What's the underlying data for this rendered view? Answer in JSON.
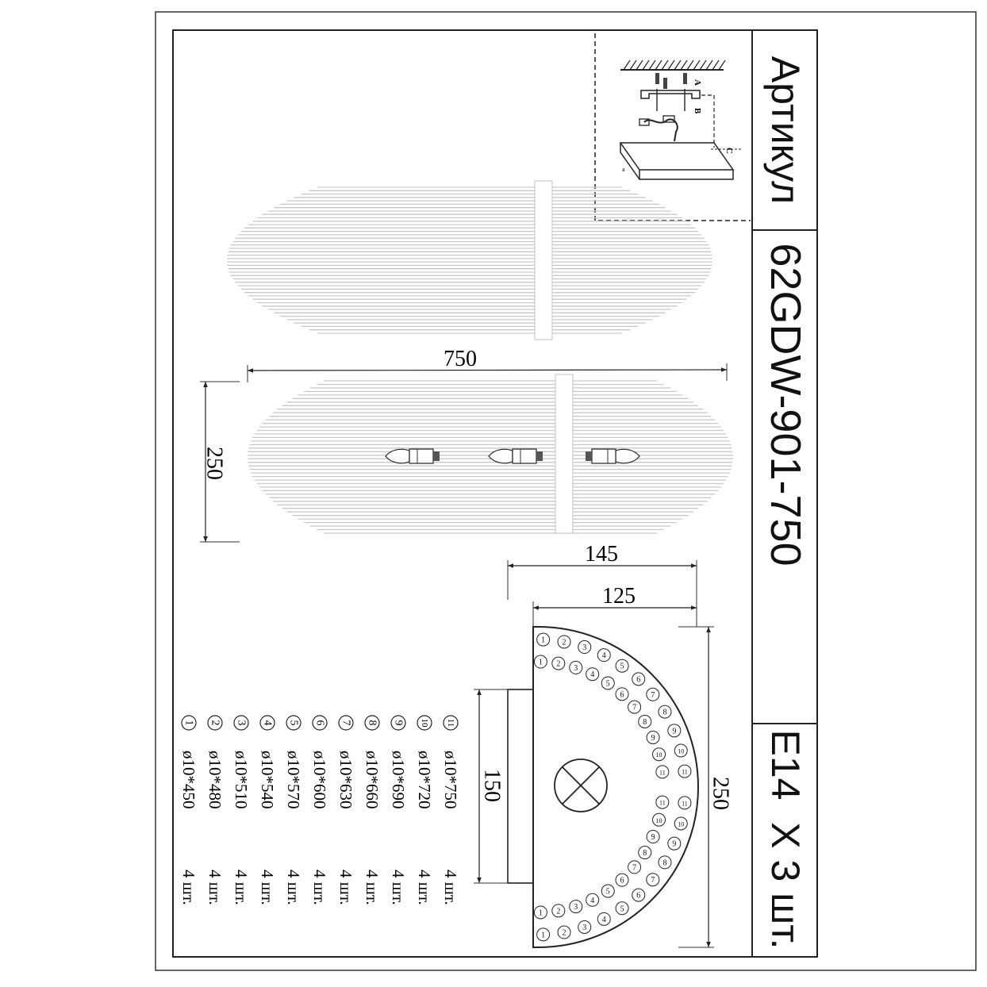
{
  "title_block": {
    "article_label": "Артикул",
    "article_code": "62GDW-901-750",
    "lamp_spec": "E14  X 3 шт."
  },
  "dimensions": {
    "front_width": "750",
    "front_height": "250",
    "depth_outer": "145",
    "depth_inner": "125",
    "side_height": "250",
    "bracket_height": "150"
  },
  "mount_labels": {
    "a": "A",
    "b": "B",
    "c": "C"
  },
  "rod_table": [
    {
      "num": "1",
      "size": "ø10*450",
      "qty": "4 шт."
    },
    {
      "num": "2",
      "size": "ø10*480",
      "qty": "4 шт."
    },
    {
      "num": "3",
      "size": "ø10*510",
      "qty": "4 шт."
    },
    {
      "num": "4",
      "size": "ø10*540",
      "qty": "4 шт."
    },
    {
      "num": "5",
      "size": "ø10*570",
      "qty": "4 шт."
    },
    {
      "num": "6",
      "size": "ø10*600",
      "qty": "4 шт."
    },
    {
      "num": "7",
      "size": "ø10*630",
      "qty": "4 шт."
    },
    {
      "num": "8",
      "size": "ø10*660",
      "qty": "4 шт."
    },
    {
      "num": "9",
      "size": "ø10*690",
      "qty": "4 шт."
    },
    {
      "num": "10",
      "size": "ø10*720",
      "qty": "4 шт."
    },
    {
      "num": "11",
      "size": "ø10*750",
      "qty": "4 шт."
    }
  ],
  "arc_sequence": [
    "1",
    "2",
    "3",
    "4",
    "5",
    "6",
    "7",
    "8",
    "9",
    "10",
    "11",
    "11",
    "10",
    "9",
    "8",
    "7",
    "6",
    "5",
    "4",
    "3",
    "2",
    "1"
  ]
}
